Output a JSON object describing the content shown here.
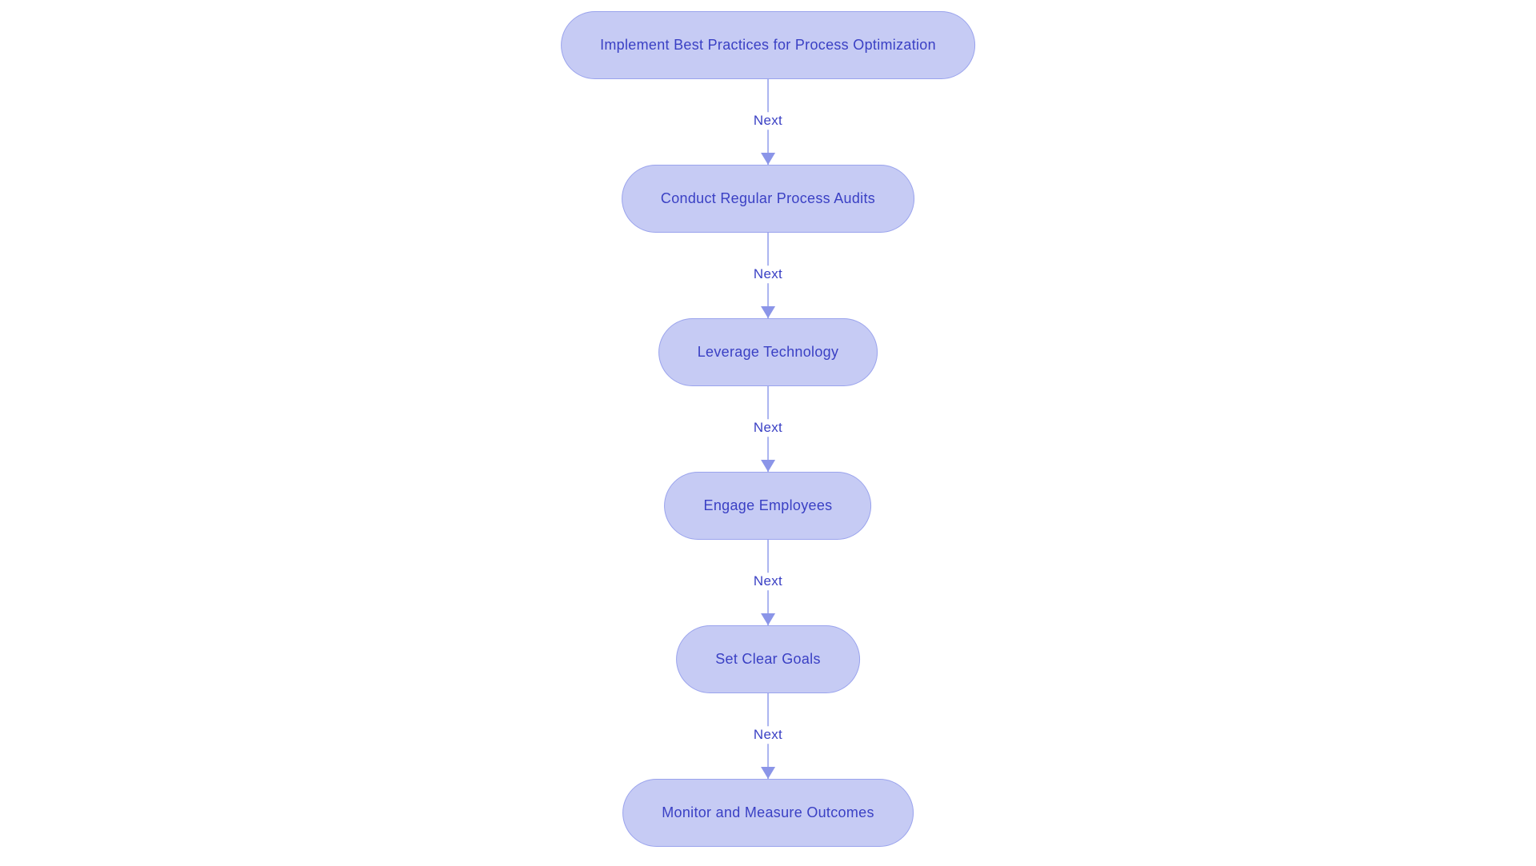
{
  "flowchart": {
    "type": "flowchart-vertical",
    "nodes": [
      {
        "label": "Implement Best Practices for Process Optimization"
      },
      {
        "label": "Conduct Regular Process Audits"
      },
      {
        "label": "Leverage Technology"
      },
      {
        "label": "Engage Employees"
      },
      {
        "label": "Set Clear Goals"
      },
      {
        "label": "Monitor and Measure Outcomes"
      }
    ],
    "edges": [
      {
        "label": "Next"
      },
      {
        "label": "Next"
      },
      {
        "label": "Next"
      },
      {
        "label": "Next"
      },
      {
        "label": "Next"
      }
    ],
    "colors": {
      "canvas_bg": "#ffffff",
      "node_fill": "#c6cbf4",
      "node_border": "#9aa3ed",
      "node_text": "#3a40c4",
      "edge_line": "#aab3f0",
      "edge_label_text": "#3a40c4",
      "arrowhead": "#8b95e8"
    }
  }
}
